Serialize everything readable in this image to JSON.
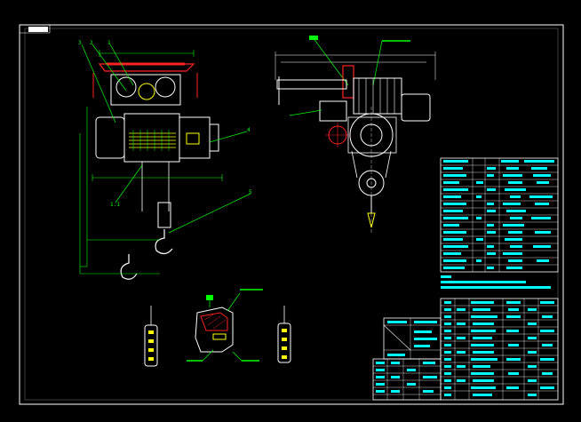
{
  "drawing": {
    "background": "#000000",
    "colors": {
      "frame": "#ffffff",
      "outline": "#ffffff",
      "dimension": "#00ff00",
      "leader": "#00ff00",
      "red": "#ff2222",
      "cyan": "#00ffff",
      "yellow": "#ffff00",
      "magenta": "#ff00ff",
      "green": "#00ff00"
    },
    "tag_top_left": "",
    "balloon_labels": [
      "3",
      "2",
      "1",
      "4",
      "5",
      "1.1"
    ],
    "views": [
      "front-view-hoist",
      "side-view-hoist",
      "hook-detail",
      "section-detail",
      "pendant-left",
      "pendant-right"
    ]
  }
}
